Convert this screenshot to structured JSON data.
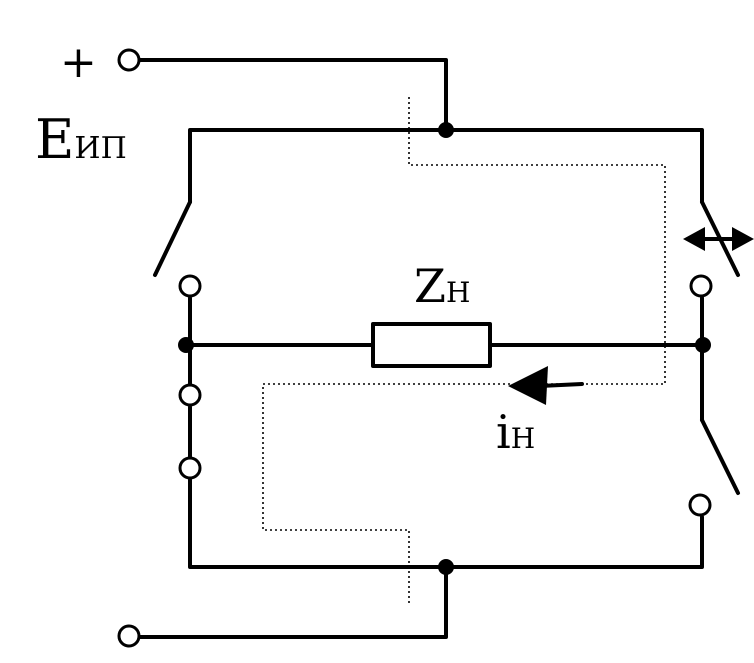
{
  "labels": {
    "plus": "+",
    "source_main": "E",
    "source_sub": "ИП",
    "load_main": "Z",
    "load_sub": "Н",
    "current_main": "i",
    "current_sub": "Н"
  },
  "colors": {
    "ink": "#000000",
    "background": "#ffffff"
  },
  "icons": {
    "current_arrow": "left-arrow-icon",
    "switch_motion": "double-arrow-icon"
  }
}
